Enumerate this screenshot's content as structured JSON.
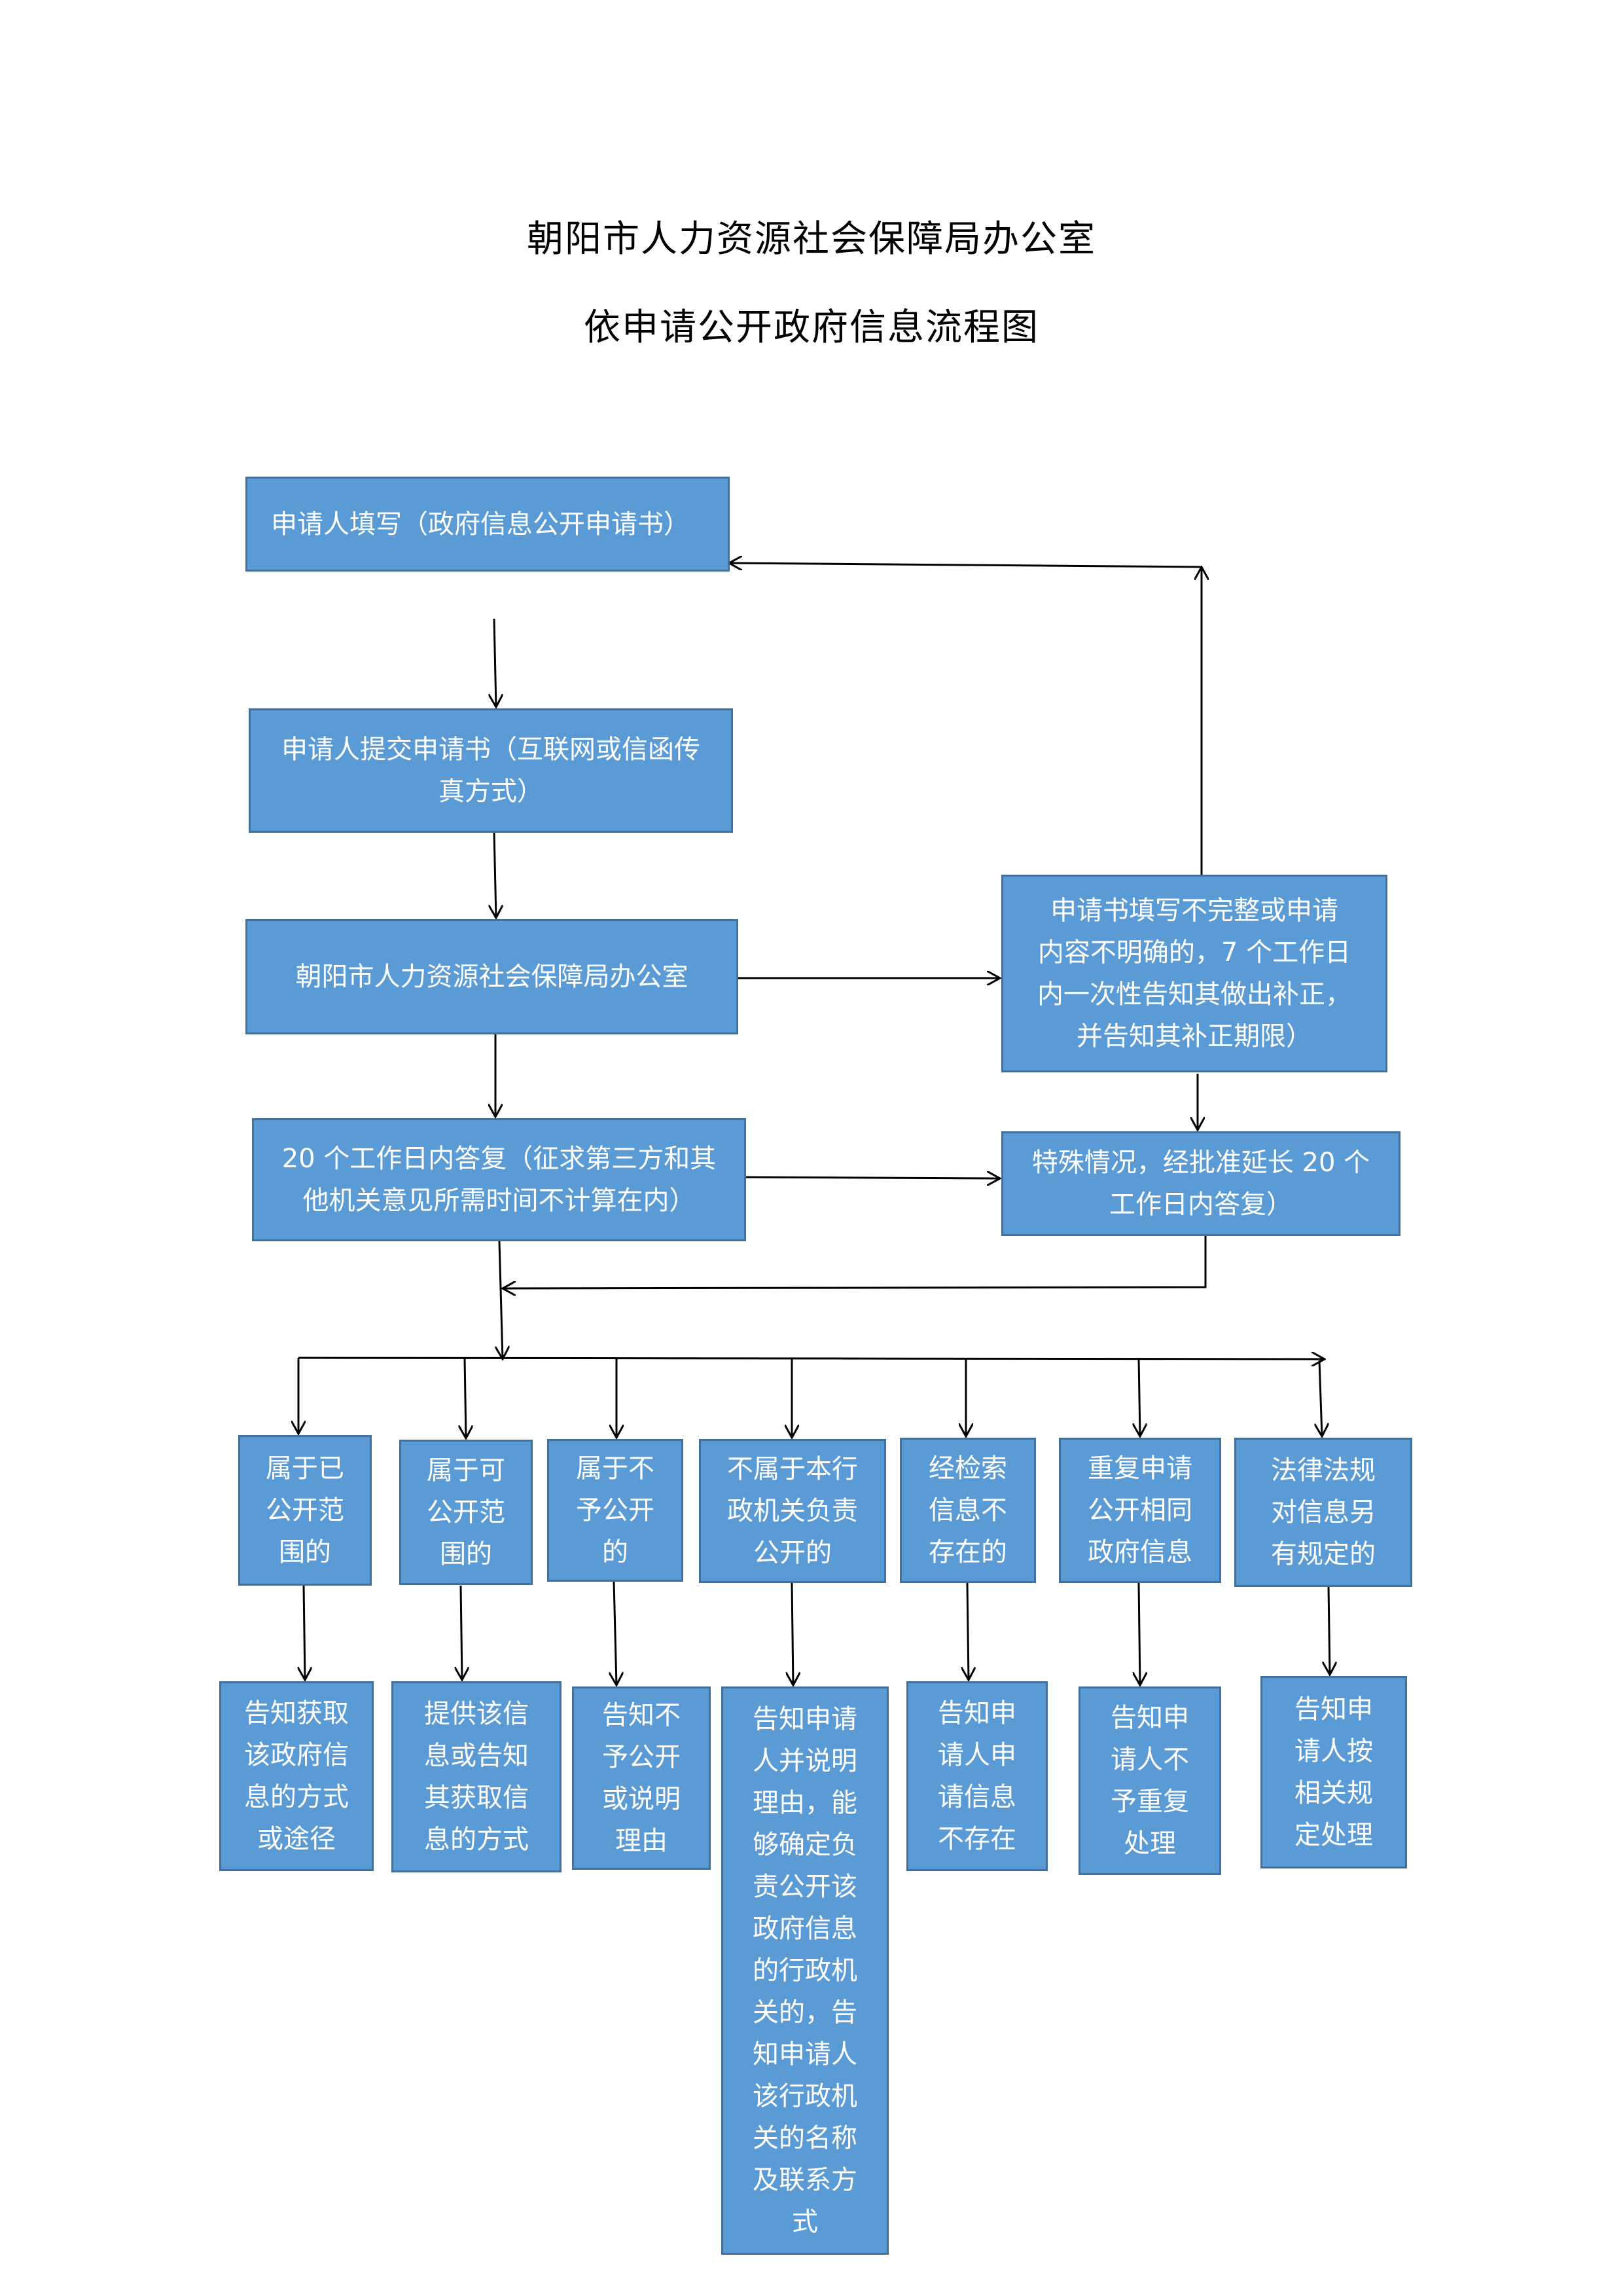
{
  "title": {
    "line1": "朝阳市人力资源社会保障局办公室",
    "line2": "依申请公开政府信息流程图"
  },
  "nodes": {
    "fill_form": "申请人填写（政府信息公开申请书）",
    "submit": "申请人提交申请书（互联网或信函传\n真方式）",
    "office": "朝阳市人力资源社会保障局办公室",
    "incomplete": "申请书填写不完整或申请\n内容不明确的，7 个工作日\n内一次性告知其做出补正，\n并告知其补正期限）",
    "reply20": "20 个工作日内答复（征求第三方和其\n他机关意见所需时间不计算在内）",
    "extend": "特殊情况，经批准延长 20 个\n工作日内答复）"
  },
  "categories": [
    "属于已\n公开范\n围的",
    "属于可\n公开范\n围的",
    "属于不\n予公开\n的",
    "不属于本行\n政机关负责\n公开的",
    "经检索\n信息不\n存在的",
    "重复申请\n公开相同\n政府信息",
    "法律法规\n对信息另\n有规定的"
  ],
  "results": [
    "告知获取\n该政府信\n息的方式\n或途径",
    "提供该信\n息或告知\n其获取信\n息的方式",
    "告知不\n予公开\n或说明\n理由",
    "告知申请\n人并说明\n理由，能\n够确定负\n责公开该\n政府信息\n的行政机\n关的，告\n知申请人\n该行政机\n关的名称\n及联系方\n式",
    "告知申\n请人申\n请信息\n不存在",
    "告知申\n请人不\n予重复\n处理",
    "告知申\n请人按\n相关规\n定处理"
  ],
  "colors": {
    "box_fill": "#5b9bd5",
    "box_border": "#41719c",
    "arrow": "#000000"
  }
}
